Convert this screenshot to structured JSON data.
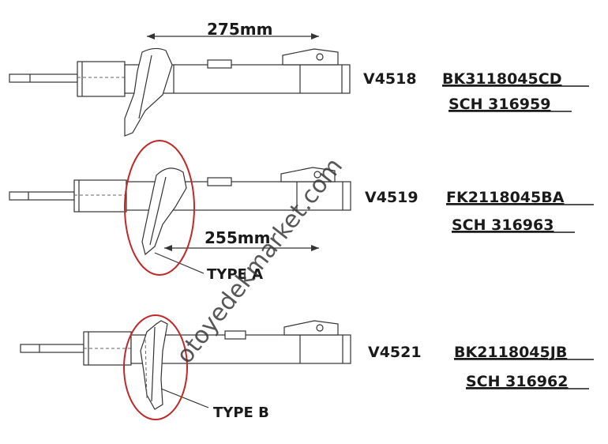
{
  "parts": [
    {
      "model": "V4518",
      "oem_code": "BK3118045CD",
      "sch_code": "SCH 316959"
    },
    {
      "model": "V4519",
      "oem_code": "FK2118045BA",
      "sch_code": "SCH 316963"
    },
    {
      "model": "V4521",
      "oem_code": "BK2118045JB",
      "sch_code": "SCH 316962"
    }
  ],
  "dimensions": {
    "top": "275mm",
    "middle": "255mm"
  },
  "types": {
    "a": "TYPE A",
    "b": "TYPE B"
  },
  "watermark": "otoyedekmarket.com",
  "colors": {
    "highlight_oval": "#c0282a",
    "line": "#333333"
  }
}
